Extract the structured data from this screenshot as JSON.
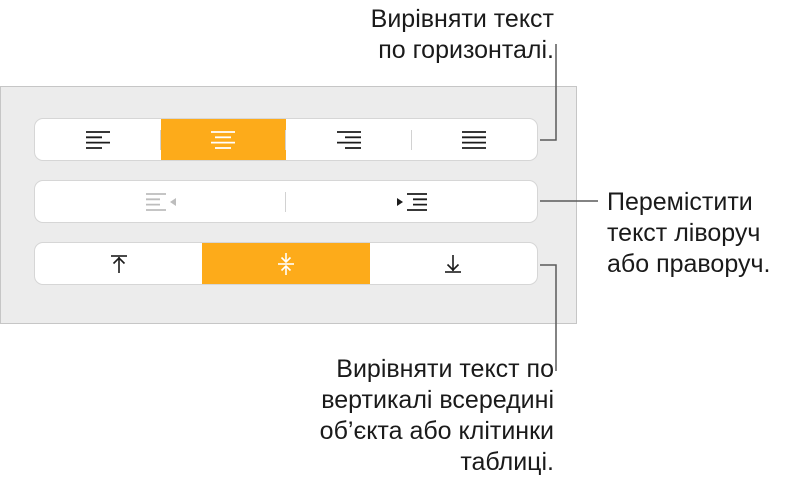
{
  "callouts": {
    "horizontal": {
      "line1": "Вирівняти текст",
      "line2": "по горизонталі."
    },
    "indent": {
      "line1": "Перемістити",
      "line2": "текст ліворуч",
      "line3": "або праворуч."
    },
    "vertical": {
      "line1": "Вирівняти текст по",
      "line2": "вертикалі всередині",
      "line3": "об’єкта або клітинки",
      "line4": "таблиці."
    }
  },
  "horizontal_align": {
    "options": [
      "align-left",
      "align-center",
      "align-right",
      "justify"
    ],
    "selected": "align-center"
  },
  "indent": {
    "options": [
      "decrease-indent",
      "increase-indent"
    ],
    "disabled": [
      "decrease-indent"
    ]
  },
  "vertical_align": {
    "options": [
      "align-top",
      "align-middle",
      "align-bottom"
    ],
    "selected": "align-middle"
  },
  "colors": {
    "accent": "#fdab1a",
    "panel": "#ececec",
    "icon": "#1c1c1c",
    "icon_on_accent": "#ffffff",
    "icon_disabled": "#bdbdbd"
  }
}
